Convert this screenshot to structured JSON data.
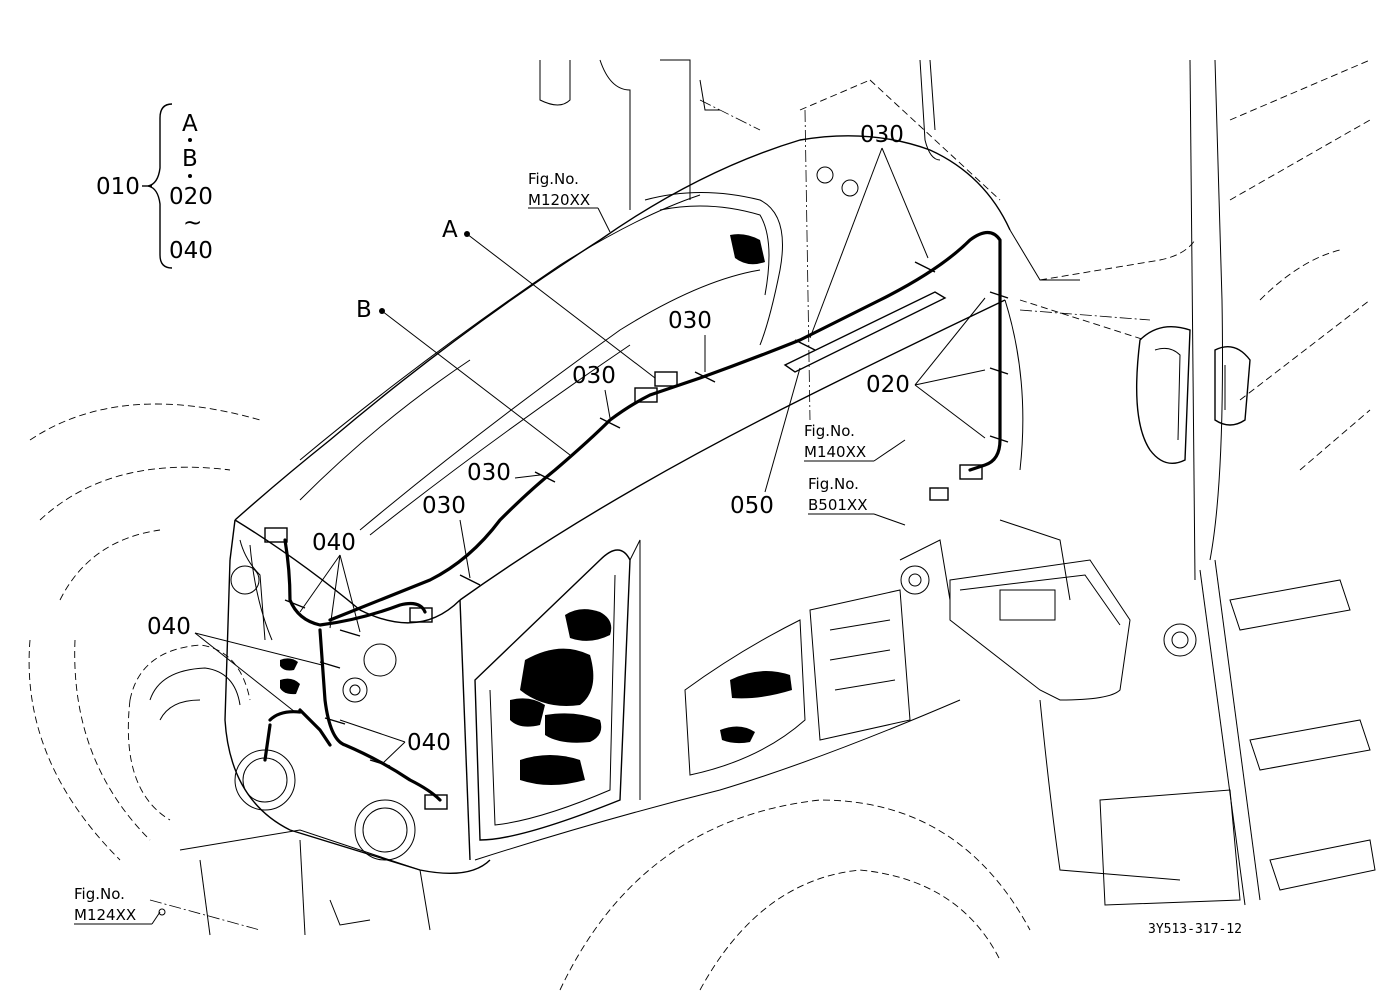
{
  "assembly": {
    "main_part": "010",
    "members": [
      "A",
      "B",
      "020"
    ],
    "range_symbol": "~",
    "range_end": "040"
  },
  "parts": {
    "p020": "020",
    "p030": "030",
    "p040": "040",
    "p050": "050",
    "point_a": "A",
    "point_b": "B"
  },
  "figure_refs": {
    "m120": {
      "line1": "Fig.No.",
      "line2": "M120XX"
    },
    "m140": {
      "line1": "Fig.No.",
      "line2": "M140XX"
    },
    "b501": {
      "line1": "Fig.No.",
      "line2": "B501XX"
    },
    "m124": {
      "line1": "Fig.No.",
      "line2": "M124XX"
    }
  },
  "drawing_code": "3Y513-317-12"
}
